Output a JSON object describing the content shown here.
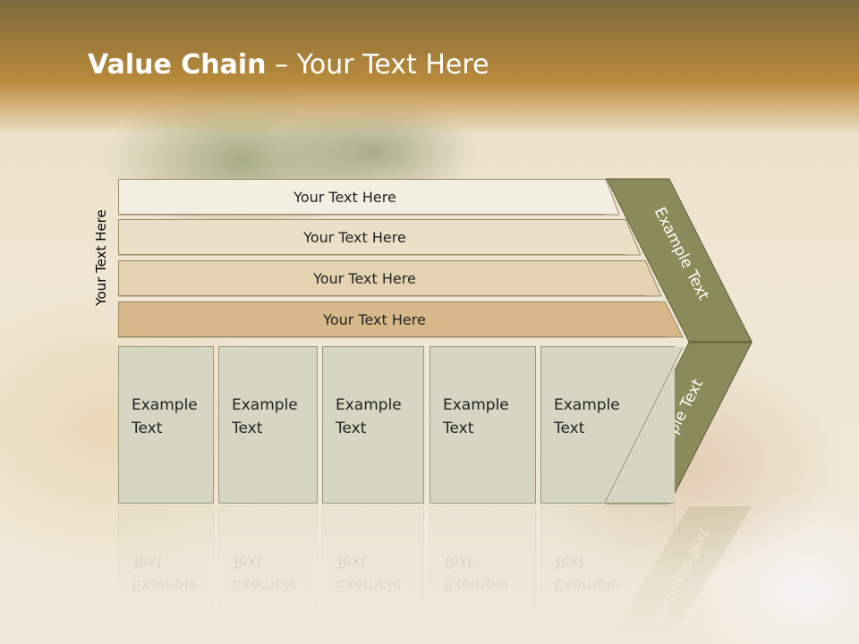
{
  "title": {
    "bold": "Value Chain",
    "rest": " – Your Text Here"
  },
  "side_label": "Your Text Here",
  "bars": [
    {
      "label": "Your Text Here",
      "color": "#f3eee2"
    },
    {
      "label": "Your Text Here",
      "color": "#ecdfc8"
    },
    {
      "label": "Your Text Here",
      "color": "#e4d2b0"
    },
    {
      "label": "Your Text Here",
      "color": "#d6b889"
    }
  ],
  "cells": [
    {
      "line1": "Example",
      "line2": "Text"
    },
    {
      "line1": "Example",
      "line2": "Text"
    },
    {
      "line1": "Example",
      "line2": "Text"
    },
    {
      "line1": "Example",
      "line2": "Text"
    },
    {
      "line1": "Example",
      "line2": "Text"
    }
  ],
  "chevron": {
    "upper_label": "Example Text",
    "lower_label": "Example Text",
    "color": "#8a8a5a"
  }
}
